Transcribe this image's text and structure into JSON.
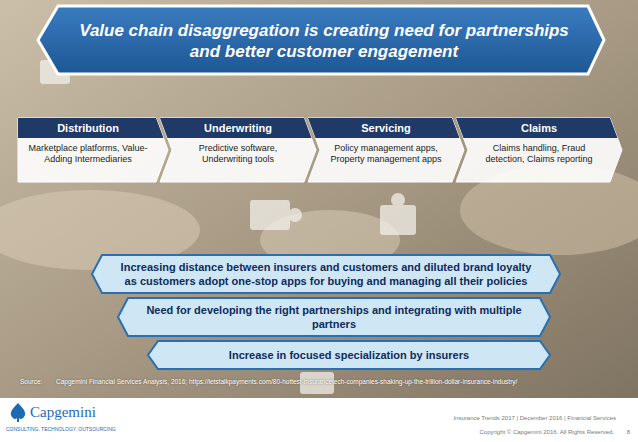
{
  "diagram": {
    "title": "Value chain disaggregation is creating need for partnerships and better customer engagement",
    "nodes": [
      {
        "text": [
          "Distribution",
          "Marketplace platforms, Value-Adding Intermediaries"
        ]
      },
      {
        "text": [
          "Underwriting",
          "Predictive software, Underwriting tools"
        ]
      },
      {
        "text": [
          "Servicing",
          "Policy management apps, Property management apps"
        ]
      },
      {
        "text": [
          "Claims",
          "Claims handling, Fraud detection, Claims reporting"
        ]
      },
      {
        "text": [
          "Increasing distance between insurers and customers and diluted brand loyalty as customers adopt one-stop apps for buying and managing all their policies"
        ]
      },
      {
        "text": [
          "Need for developing the right partnerships and integrating with multiple partners"
        ]
      },
      {
        "text": [
          "Increase in focused specialization by insurers"
        ]
      }
    ],
    "labels": [
      "Source:",
      "Capgemini Financial Services Analysis, 2016; https://letstalkpayments.com/80-hottest-insurancetech-companies-shaking-up-the-trillion-dollar-insurance-industry/",
      "Capgemini",
      "CONSULTING. TECHNOLOGY. OUTSOURCING",
      "Insurance Trends 2017 | December 2016 | Financial Services",
      "Copyright © Capgemini 2016. All Rights Reserved.",
      "8"
    ]
  }
}
